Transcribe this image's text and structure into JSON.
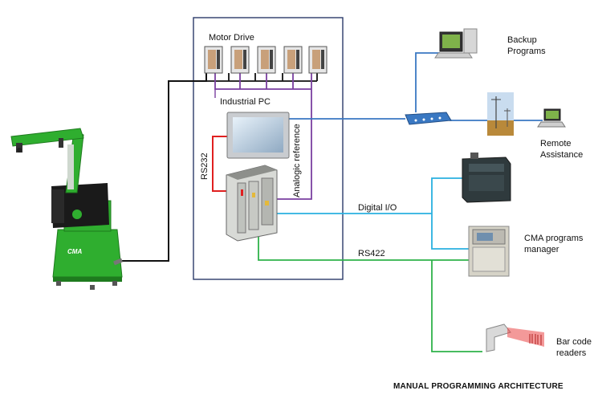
{
  "labels": {
    "motor_drive": "Motor Drive",
    "industrial_pc": "Industrial PC",
    "rs232": "RS232",
    "analogic_reference": "Analogic reference",
    "digital_io": "Digital I/O",
    "rs422": "RS422",
    "backup_programs_l1": "Backup",
    "backup_programs_l2": "Programs",
    "remote_assistance_l1": "Remote",
    "remote_assistance_l2": "Assistance",
    "cma_manager_l1": "CMA programs",
    "cma_manager_l2": "manager",
    "barcode_l1": "Bar code",
    "barcode_l2": "readers",
    "robot_brand": "CMA",
    "title": "MANUAL PROGRAMMING ARCHITECTURE"
  },
  "colors": {
    "robot_green": "#2fae2f",
    "robot_black": "#1a1a1a",
    "cable_black": "#111111",
    "cable_purple": "#7a3fa0",
    "cable_red": "#e02020",
    "cable_blue": "#3a78c2",
    "cable_cyan": "#2ab0e0",
    "cable_green": "#2fb34a",
    "cabinet_border": "#2a3a6a"
  },
  "icons": [
    "robot-arm-icon",
    "motor-drive-icon",
    "industrial-pc-icon",
    "controller-rack-icon",
    "network-switch-icon",
    "desktop-computer-icon",
    "power-line-icon",
    "laptop-icon",
    "plc-module-icon",
    "operator-panel-icon",
    "barcode-scanner-icon"
  ]
}
